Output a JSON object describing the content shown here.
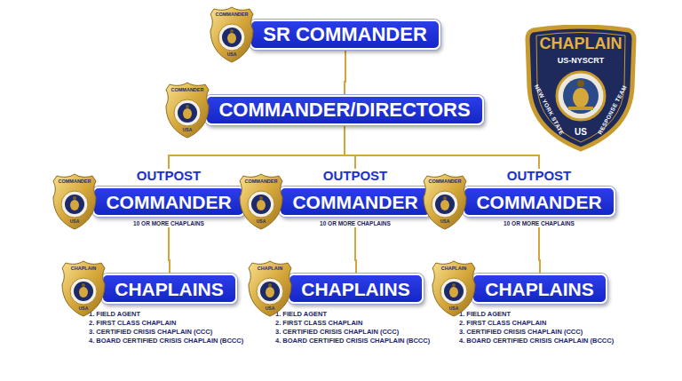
{
  "diagram": {
    "nodes": [
      {
        "text": [
          "SR COMMANDER"
        ]
      },
      {
        "text": [
          "COMMANDER/DIRECTORS"
        ]
      },
      {
        "text": [
          "OUTPOST",
          "COMMANDER",
          "10 OR MORE CHAPLAINS"
        ]
      },
      {
        "text": [
          "OUTPOST",
          "COMMANDER",
          "10 OR MORE CHAPLAINS"
        ]
      },
      {
        "text": [
          "OUTPOST",
          "COMMANDER",
          "10 OR MORE CHAPLAINS"
        ]
      },
      {
        "text": [
          "CHAPLAINS",
          "1. FIELD AGENT",
          "2. FIRST CLASS CHAPLAIN",
          "3. CERTIFIED CRISIS CHAPLAIN (CCC)",
          "4. BOARD CERTIFIED CRISIS CHAPLAIN (BCCC)"
        ]
      },
      {
        "text": [
          "CHAPLAINS",
          "1. FIELD AGENT",
          "2. FIRST CLASS CHAPLAIN",
          "3. CERTIFIED CRISIS CHAPLAIN (CCC)",
          "4. BOARD CERTIFIED CRISIS CHAPLAIN (BCCC)"
        ]
      },
      {
        "text": [
          "CHAPLAINS",
          "1. FIELD AGENT",
          "2. FIRST CLASS CHAPLAIN",
          "3. CERTIFIED CRISIS CHAPLAIN (CCC)",
          "4. BOARD CERTIFIED CRISIS CHAPLAIN (BCCC)"
        ]
      }
    ],
    "edges": [
      {
        "from": 0,
        "to": 1,
        "arrow": "none"
      },
      {
        "from": 1,
        "to": 2,
        "arrow": "none"
      },
      {
        "from": 1,
        "to": 3,
        "arrow": "none"
      },
      {
        "from": 1,
        "to": 4,
        "arrow": "none"
      },
      {
        "from": 2,
        "to": 5,
        "arrow": "none"
      },
      {
        "from": 3,
        "to": 6,
        "arrow": "none"
      },
      {
        "from": 4,
        "to": 7,
        "arrow": "none"
      }
    ],
    "labels": [
      "COMMANDER",
      "USA",
      "CHAPLAIN",
      "US-NYSCRT",
      "NEW YORK STATE",
      "RESPONSE TEAM",
      "US",
      "COMMANDER",
      "USA",
      "COMMANDER",
      "USA",
      "COMMANDER",
      "USA",
      "COMMANDER",
      "USA",
      "CHAPLAIN",
      "USA",
      "CHAPLAIN",
      "USA",
      "CHAPLAIN",
      "USA"
    ]
  }
}
